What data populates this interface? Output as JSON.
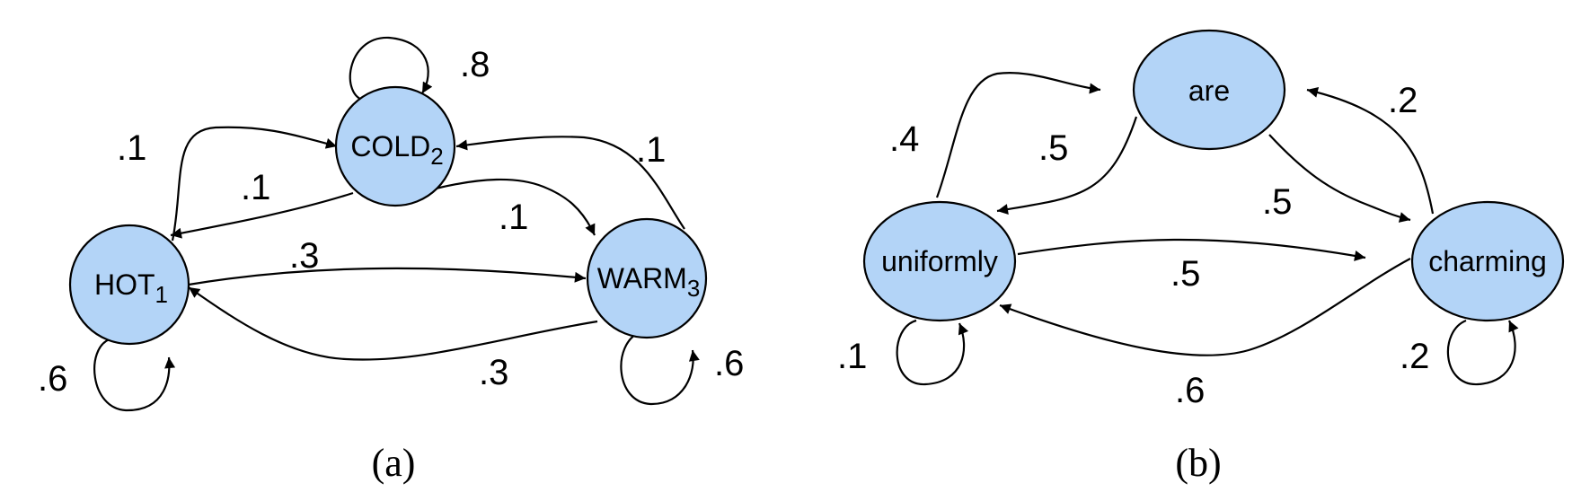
{
  "diagram_a": {
    "caption": "(a)",
    "nodes": {
      "hot": {
        "name": "HOT",
        "sub": "1"
      },
      "cold": {
        "name": "COLD",
        "sub": "2"
      },
      "warm": {
        "name": "WARM",
        "sub": "3"
      }
    },
    "edges": {
      "cold_self": ".8",
      "hot_self": ".6",
      "warm_self": ".6",
      "hot_to_cold": ".1",
      "cold_to_hot": ".1",
      "cold_to_warm": ".1",
      "warm_to_cold": ".1",
      "hot_to_warm": ".3",
      "warm_to_hot": ".3"
    }
  },
  "diagram_b": {
    "caption": "(b)",
    "nodes": {
      "are": "are",
      "uniformly": "uniformly",
      "charming": "charming"
    },
    "edges": {
      "uniformly_to_are": ".4",
      "are_to_uniformly": ".5",
      "charming_to_are": ".2",
      "are_to_charming": ".5",
      "uniformly_to_charming": ".5",
      "charming_to_uniformly": ".6",
      "uniformly_self": ".1",
      "charming_self": ".2"
    }
  }
}
